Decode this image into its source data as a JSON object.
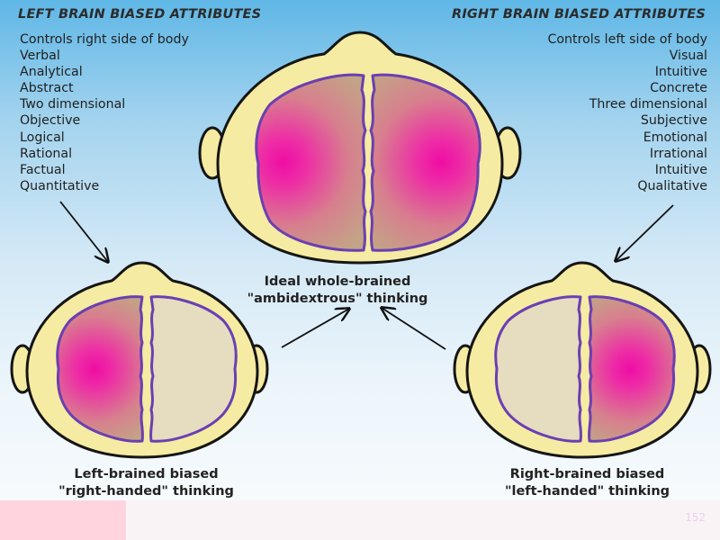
{
  "left_heading": "LEFT BRAIN BIASED ATTRIBUTES",
  "right_heading": "RIGHT BRAIN BIASED ATTRIBUTES",
  "left_attributes": [
    "Controls right side of body",
    "Verbal",
    "Analytical",
    "Abstract",
    "Two dimensional",
    "Objective",
    "Logical",
    "Rational",
    "Factual",
    "Quantitative"
  ],
  "right_attributes": [
    "Controls left side of body",
    "Visual",
    "Intuitive",
    "Concrete",
    "Three dimensional",
    "Subjective",
    "Emotional",
    "Irrational",
    "Intuitive",
    "Qualitative"
  ],
  "center_caption": {
    "line1": "Ideal whole-brained",
    "line2": "\"ambidextrous\" thinking"
  },
  "left_caption": {
    "line1": "Left-brained biased",
    "line2": "\"right-handed\" thinking"
  },
  "right_caption": {
    "line1": "Right-brained biased",
    "line2": "\"left-handed\" thinking"
  },
  "page_number": "152",
  "colors": {
    "head": "#f6eba2",
    "outline": "#151515",
    "brain_outline": "#6a3fb3",
    "brain_neutral": "#e6dcc0",
    "brain_active": "#ef0da4",
    "footer_accent": "#ffd4de"
  }
}
